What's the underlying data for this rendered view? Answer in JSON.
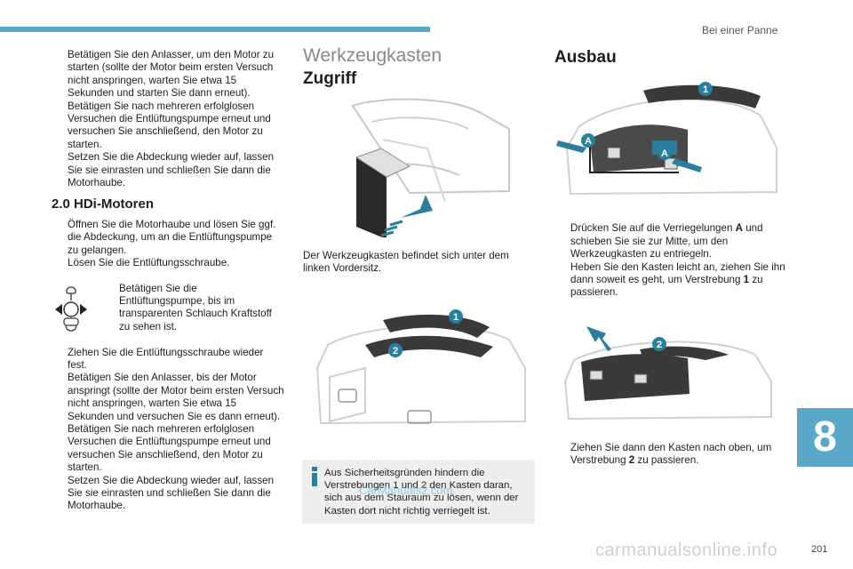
{
  "header": {
    "chapter_title": "Bei einer Panne"
  },
  "col1": {
    "bullets_top": [
      "Betätigen Sie den Anlasser, um den Motor zu starten (sollte der Motor beim ersten Versuch nicht anspringen, warten Sie etwa 15 Sekunden und starten Sie dann erneut).",
      "Betätigen Sie nach mehreren erfolglosen Versuchen die Entlüftungspumpe erneut und versuchen Sie anschließend, den Motor zu starten.",
      "Setzen Sie die Abdeckung wieder auf, lassen Sie sie einrasten und schließen Sie dann die Motorhaube."
    ],
    "hdi_title": "2.0 HDi-Motoren",
    "bullets_mid": [
      "Öffnen Sie die Motorhaube und lösen Sie ggf. die Abdeckung, um an die Entlüftungspumpe zu gelangen.",
      "Lösen Sie die Entlüftungsschraube."
    ],
    "callout_bullet": "Betätigen Sie die Entlüftungspumpe, bis im transparenten Schlauch Kraftstoff zu sehen ist.",
    "bullets_bottom": [
      "Ziehen Sie die Entlüftungsschraube wieder fest.",
      "Betätigen Sie den Anlasser, bis der Motor anspringt (sollte der Motor beim ersten Versuch nicht anspringen, warten Sie etwa 15 Sekunden und versuchen Sie es dann erneut).",
      "Betätigen Sie nach mehreren erfolglosen Versuchen die Entlüftungspumpe erneut und versuchen Sie anschließend, den Motor zu starten.",
      "Setzen Sie die Abdeckung wieder auf, lassen Sie sie einrasten und schließen Sie dann die Motorhaube."
    ]
  },
  "col2": {
    "section_title": "Werkzeugkasten",
    "sub_title": "Zugriff",
    "paragraph": "Der Werkzeugkasten befindet sich unter dem linken Vordersitz.",
    "fig_labels": {
      "one": "1",
      "two": "2"
    },
    "note": "Aus Sicherheitsgründen hindern die Verstrebungen 1 und 2 den Kasten daran, sich aus dem Stauraum zu lösen, wenn der Kasten dort nicht richtig verriegelt ist."
  },
  "col3": {
    "sub_title": "Ausbau",
    "fig1_labels": {
      "one": "1",
      "a": "A"
    },
    "bullet1_pre": "Drücken Sie auf die Verriegelungen ",
    "bullet1_bold": "A",
    "bullet1_post": " und schieben Sie sie zur Mitte, um den Werkzeugkasten zu entriegeln.",
    "bullet2_pre": "Heben Sie den Kasten leicht an, ziehen Sie ihn dann soweit es geht, um Verstrebung ",
    "bullet2_bold": "1",
    "bullet2_post": " zu passieren.",
    "fig2_labels": {
      "two": "2"
    },
    "bullet3_pre": "Ziehen Sie dann den Kasten nach oben, um Verstrebung ",
    "bullet3_bold": "2",
    "bullet3_post": " zu passieren."
  },
  "bullet_marker": "",
  "watermark": "CarManuals2.com",
  "footer_watermark": "carmanualsonline.info",
  "chapter_number": "8",
  "page_number": "201",
  "colors": {
    "accent": "#5aa8c8",
    "marker_blue": "#2a7e9e",
    "dark_gray": "#3a3a3a"
  }
}
